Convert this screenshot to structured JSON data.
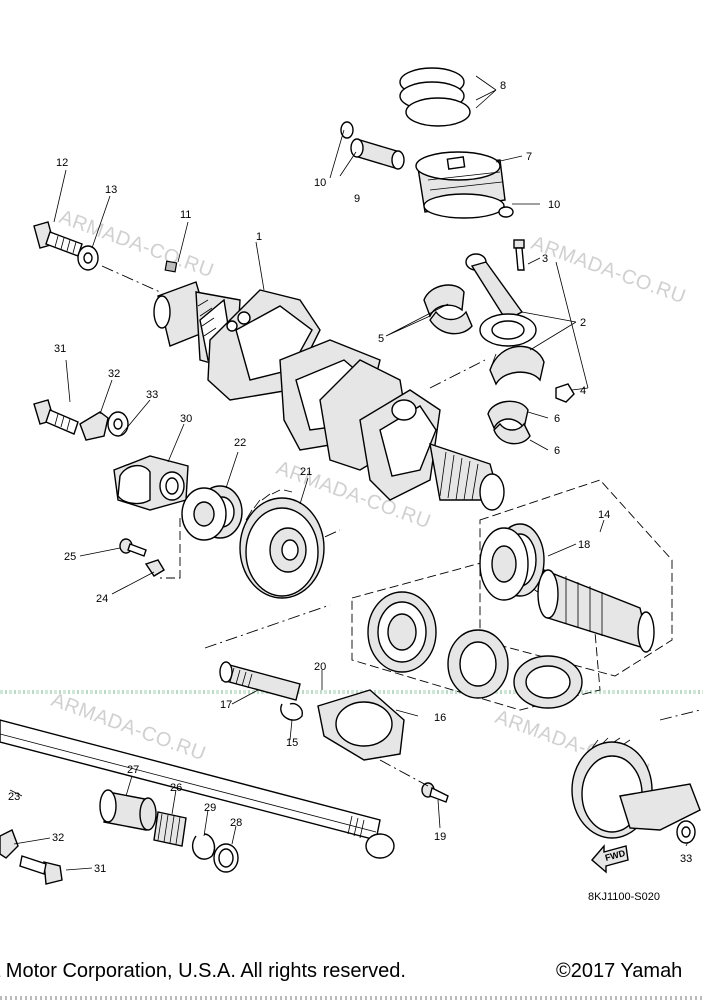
{
  "watermark": "ARMADA-CO.RU",
  "drawing_code": "8KJ1100-S020",
  "fwd_label": "FWD",
  "copyright_left": "ha Motor Corporation, U.S.A. All rights reserved.",
  "copyright_right": "©2017 Yamah",
  "callouts": {
    "n1": "1",
    "n2": "2",
    "n3": "3",
    "n4": "4",
    "n5": "5",
    "n6a": "6",
    "n6b": "6",
    "n7": "7",
    "n8": "8",
    "n9": "9",
    "n10a": "10",
    "n10b": "10",
    "n11": "11",
    "n12": "12",
    "n13": "13",
    "n14": "14",
    "n15": "15",
    "n16": "16",
    "n17": "17",
    "n18": "18",
    "n19": "19",
    "n20": "20",
    "n21": "21",
    "n22": "22",
    "n23": "23",
    "n24": "24",
    "n25": "25",
    "n26": "26",
    "n27": "27",
    "n28": "28",
    "n29": "29",
    "n30": "30",
    "n31a": "31",
    "n31b": "31",
    "n32a": "32",
    "n32b": "32",
    "n33a": "33",
    "n33b": "33"
  }
}
